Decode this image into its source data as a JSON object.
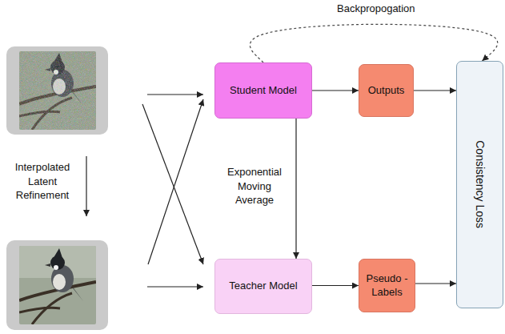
{
  "diagram": {
    "nodes": [
      {
        "text": [
          "Student Model"
        ]
      },
      {
        "text": [
          "Outputs"
        ]
      },
      {
        "text": [
          "Consistency Loss"
        ]
      },
      {
        "text": [
          "Teacher Model"
        ]
      },
      {
        "text": [
          "Pseudo -Labels"
        ]
      }
    ],
    "edges": [
      {
        "from": 0,
        "to": 1,
        "arrow": "to"
      },
      {
        "from": 1,
        "to": 2,
        "arrow": "to"
      },
      {
        "from": 3,
        "to": 4,
        "arrow": "to"
      },
      {
        "from": 4,
        "to": 2,
        "arrow": "to"
      },
      {
        "from": 0,
        "to": 3,
        "arrow": "to",
        "label": "Exponential Moving Average"
      },
      {
        "from": 2,
        "to": 0,
        "arrow": "to",
        "label": "Backpropogation"
      }
    ],
    "labels": [
      "Interpolated Latent Refinement"
    ]
  }
}
